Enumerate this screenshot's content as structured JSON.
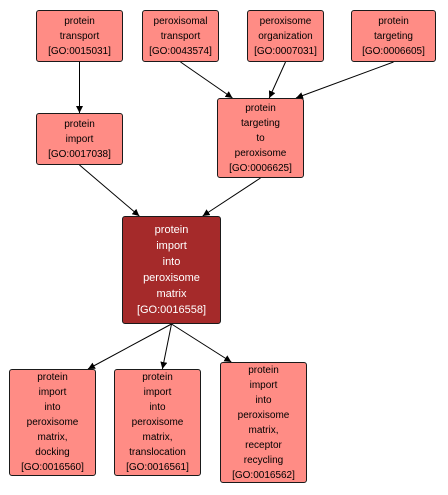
{
  "nodes": [
    {
      "id": "GO:0015031",
      "lines": [
        "protein",
        "transport",
        "[GO:0015031]"
      ]
    },
    {
      "id": "GO:0043574",
      "lines": [
        "peroxisomal",
        "transport",
        "[GO:0043574]"
      ]
    },
    {
      "id": "GO:0007031",
      "lines": [
        "peroxisome",
        "organization",
        "[GO:0007031]"
      ]
    },
    {
      "id": "GO:0006605",
      "lines": [
        "protein",
        "targeting",
        "[GO:0006605]"
      ]
    },
    {
      "id": "GO:0017038",
      "lines": [
        "protein",
        "import",
        "[GO:0017038]"
      ]
    },
    {
      "id": "GO:0006625",
      "lines": [
        "protein",
        "targeting",
        "to",
        "peroxisome",
        "[GO:0006625]"
      ]
    },
    {
      "id": "GO:0016558",
      "lines": [
        "protein",
        "import",
        "into",
        "peroxisome",
        "matrix",
        "[GO:0016558]"
      ]
    },
    {
      "id": "GO:0016560",
      "lines": [
        "protein",
        "import",
        "into",
        "peroxisome",
        "matrix,",
        "docking",
        "[GO:0016560]"
      ]
    },
    {
      "id": "GO:0016561",
      "lines": [
        "protein",
        "import",
        "into",
        "peroxisome",
        "matrix,",
        "translocation",
        "[GO:0016561]"
      ]
    },
    {
      "id": "GO:0016562",
      "lines": [
        "protein",
        "import",
        "into",
        "peroxisome",
        "matrix,",
        "receptor",
        "recycling",
        "[GO:0016562]"
      ]
    }
  ],
  "edges": [
    {
      "from": "GO:0015031",
      "to": "GO:0017038"
    },
    {
      "from": "GO:0043574",
      "to": "GO:0006625"
    },
    {
      "from": "GO:0007031",
      "to": "GO:0006625"
    },
    {
      "from": "GO:0006605",
      "to": "GO:0006625"
    },
    {
      "from": "GO:0017038",
      "to": "GO:0016558"
    },
    {
      "from": "GO:0006625",
      "to": "GO:0016558"
    },
    {
      "from": "GO:0016558",
      "to": "GO:0016560"
    },
    {
      "from": "GO:0016558",
      "to": "GO:0016561"
    },
    {
      "from": "GO:0016558",
      "to": "GO:0016562"
    }
  ],
  "colors": {
    "node_fill": "#ff8c85",
    "focus_fill": "#a52a2a",
    "focus_text": "#ffffff",
    "edge": "#000000"
  }
}
